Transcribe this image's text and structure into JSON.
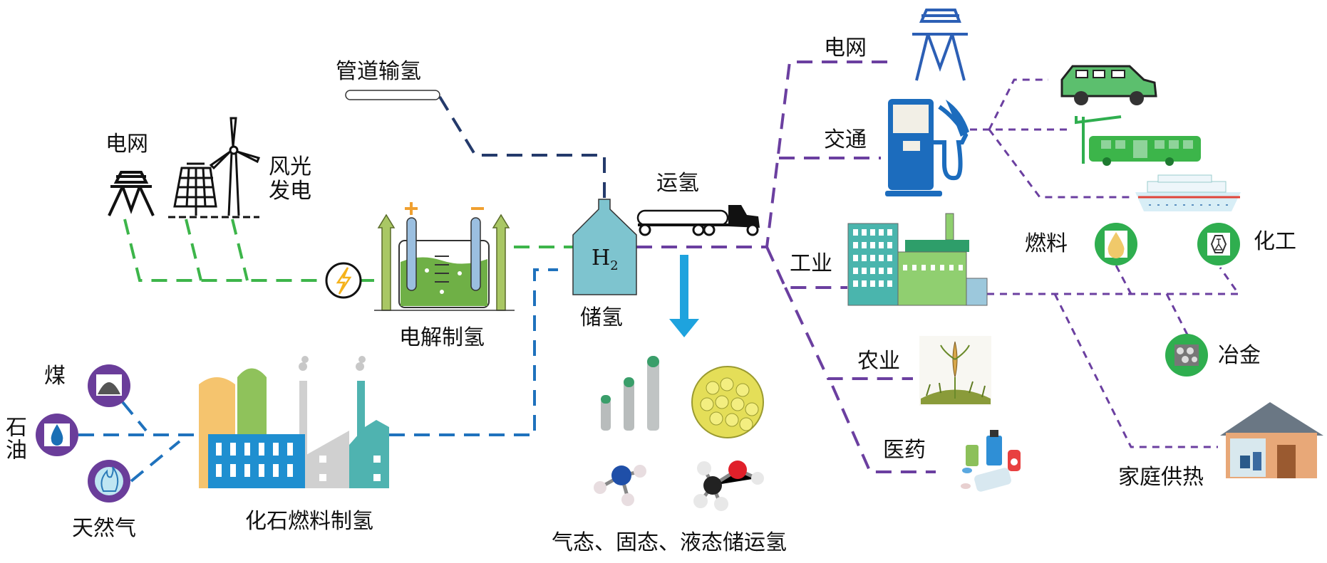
{
  "labels": {
    "pipeline": "管道输氢",
    "grid_left": "电网",
    "wind_solar": "风光发电",
    "electrolysis": "电解制氢",
    "storage": "储氢",
    "tank_formula": "H",
    "tank_subscript": "2",
    "transport": "运氢",
    "coal": "煤",
    "oil": "石油",
    "natural_gas": "天然气",
    "fossil": "化石燃料制氢",
    "storage_states": "气态、固态、液态储运氢",
    "grid_right": "电网",
    "traffic": "交通",
    "industry": "工业",
    "agriculture": "农业",
    "medicine": "医药",
    "fuel": "燃料",
    "chemical": "化工",
    "metallurgy": "冶金",
    "home_heating": "家庭供热"
  },
  "colors": {
    "renewable_line": "#3db54a",
    "pipeline_line": "#243a6b",
    "fossil_line": "#1f72bd",
    "application_line": "#6b3fa0",
    "tank": "#7ec4cf",
    "fossil_source_circle": "#6a3d9a",
    "industry_product_circle": "#2fae4f",
    "arrow": "#1ea3de"
  },
  "icons": [
    "power-pylon-icon",
    "solar-panel-icon",
    "wind-turbine-icon",
    "lightning-icon",
    "electrolyzer-icon",
    "hydrogen-tank-icon",
    "tanker-truck-icon",
    "coal-icon",
    "oil-drop-icon",
    "flame-icon",
    "fossil-factory-icon",
    "gas-cylinders-icon",
    "nanoparticle-icon",
    "ammonia-molecule-icon",
    "methanol-molecule-icon",
    "fuel-pump-icon",
    "car-icon",
    "bus-icon",
    "ship-icon",
    "industrial-plant-icon",
    "fuel-drop-icon",
    "flask-icon",
    "steel-pipes-icon",
    "corn-icon",
    "medicine-icon",
    "house-icon",
    "pipeline-icon",
    "down-arrow-icon"
  ]
}
